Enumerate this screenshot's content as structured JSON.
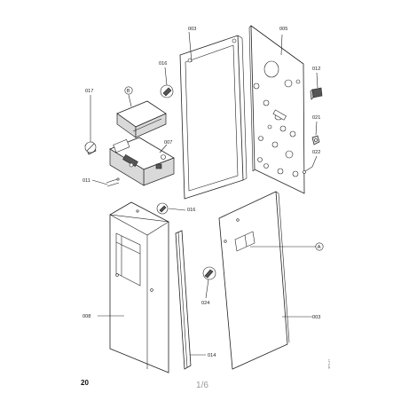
{
  "labels": {
    "p003_top": "003",
    "p005": "005",
    "p016_top": "016",
    "p017": "017",
    "pB": "B",
    "p007": "007",
    "p011": "011",
    "p012": "012",
    "p021": "021",
    "p022": "022",
    "p016_mid": "016",
    "p008": "008",
    "p024": "024",
    "pA": "A",
    "p003_bottom": "003",
    "p014": "014"
  },
  "page_number": "20",
  "page_indicator": "1/6",
  "side_code": "4871-07"
}
